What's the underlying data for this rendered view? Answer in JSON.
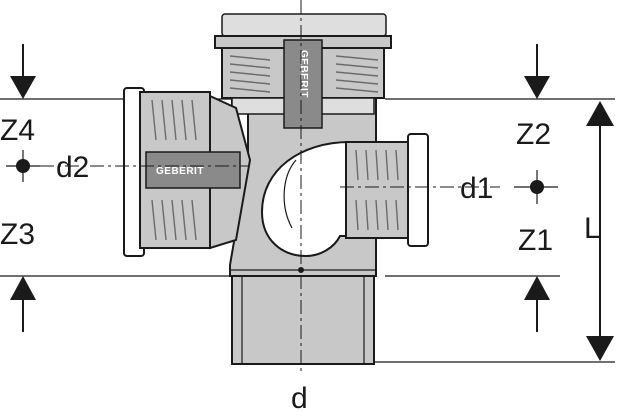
{
  "labels": {
    "d": "d",
    "d1": "d1",
    "d2": "d2",
    "z1": "Z1",
    "z2": "Z2",
    "z3": "Z3",
    "z4": "Z4",
    "l": "L"
  },
  "brand": {
    "text": "GEBERIT"
  },
  "colors": {
    "line": "#1a1a1a",
    "fitting_fill": "#c8c8c8",
    "rib": "#6b6b6b",
    "background": "#ffffff"
  }
}
